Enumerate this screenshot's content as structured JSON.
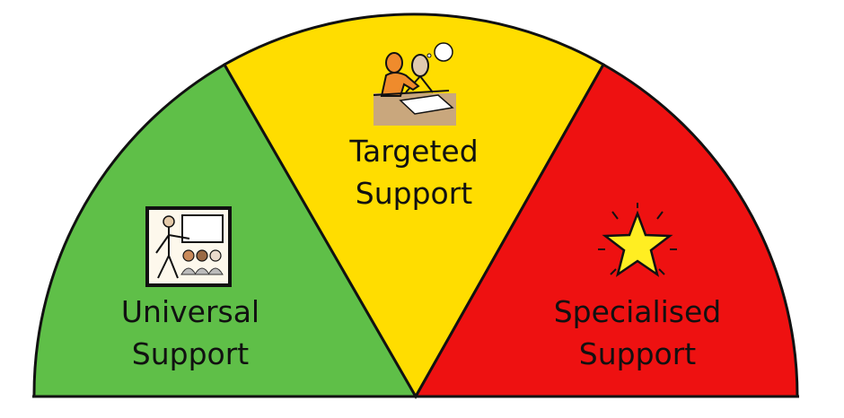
{
  "colors": {
    "universal": "#5fbf48",
    "targeted": "#ffdd00",
    "specialised": "#ee1111",
    "outline": "#111111"
  },
  "sections": [
    {
      "id": "universal",
      "line1": "Universal",
      "line2": "Support",
      "icon": "classroom-teacher-icon"
    },
    {
      "id": "targeted",
      "line1": "Targeted",
      "line2": "Support",
      "icon": "small-group-support-icon"
    },
    {
      "id": "specialised",
      "line1": "Specialised",
      "line2": "Support",
      "icon": "star-icon"
    }
  ]
}
